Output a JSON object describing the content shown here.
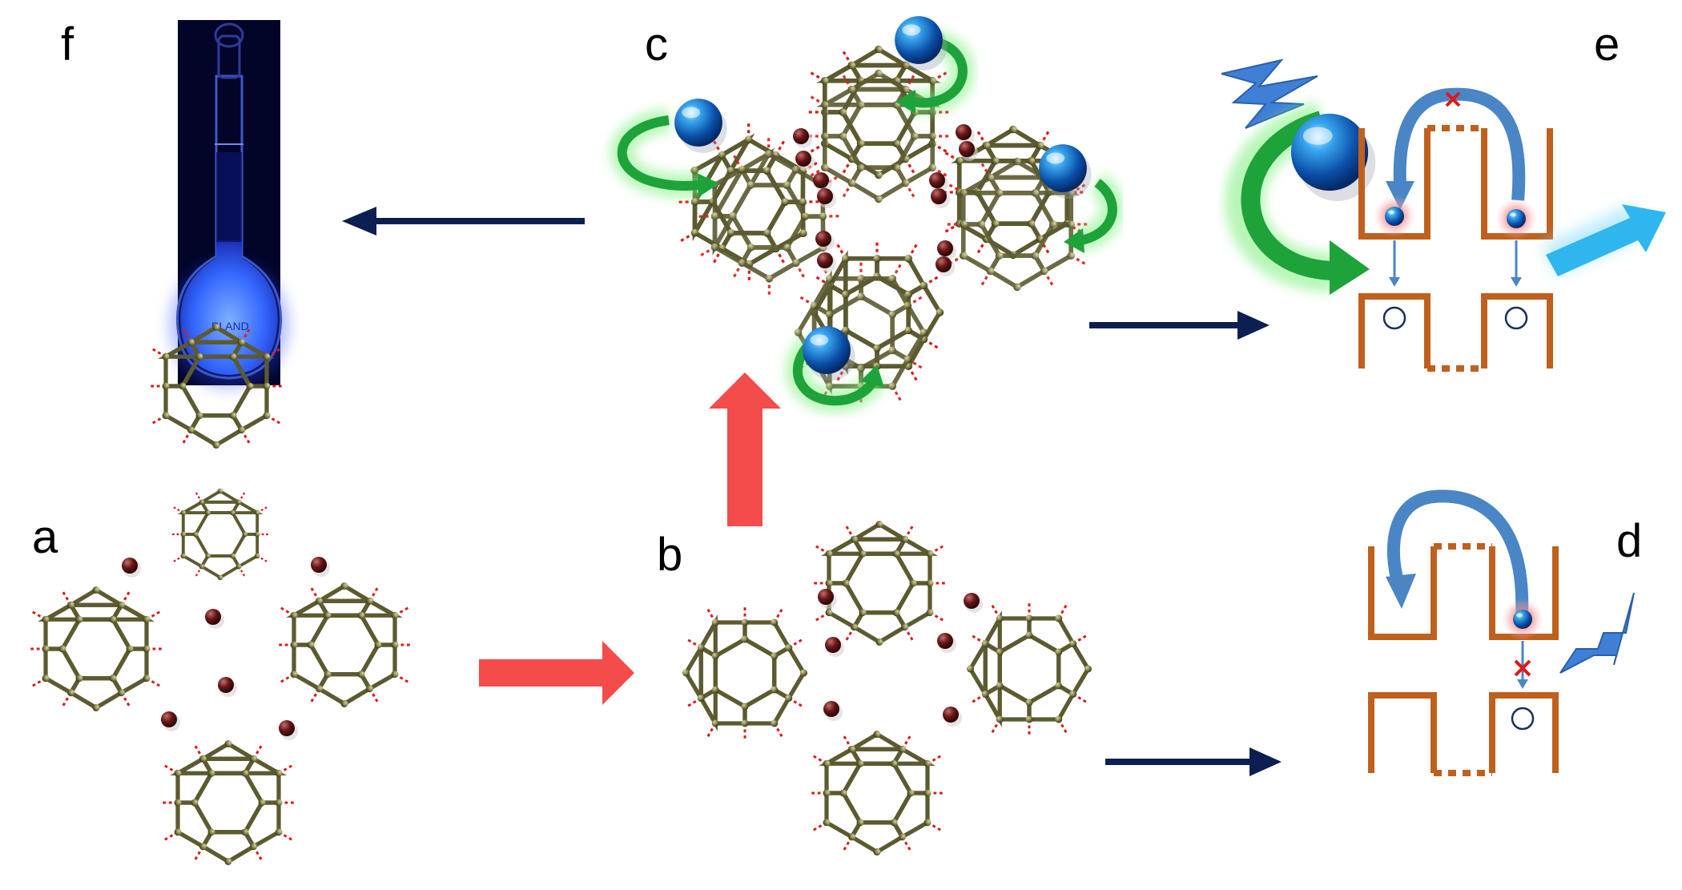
{
  "panels": {
    "a": {
      "label": "a"
    },
    "b": {
      "label": "b"
    },
    "c": {
      "label": "c"
    },
    "d": {
      "label": "d"
    },
    "e": {
      "label": "e"
    },
    "f": {
      "label": "f"
    }
  },
  "colors": {
    "bond": "#5c5a30",
    "atom": "#8a8750",
    "hbond": "#e01818",
    "ion": "#5a1414",
    "electron": "#1d6fd6",
    "glow": "#63e363",
    "green_arrow": "#1ea33a",
    "dark_arrow": "#0c1f52",
    "red_arrow": "#f44b4b",
    "well": "#c0601e",
    "blue_arrow": "#4a86c6",
    "cyan_arrow": "#2fb6ee",
    "flask_bg": "#020428",
    "fluorescence": "#3a74ff"
  },
  "icons": [
    "pyrene-molecule",
    "metal-ion",
    "electron-sphere",
    "lightning-icon",
    "cross-mark",
    "energy-well",
    "fluorescent-flask"
  ]
}
